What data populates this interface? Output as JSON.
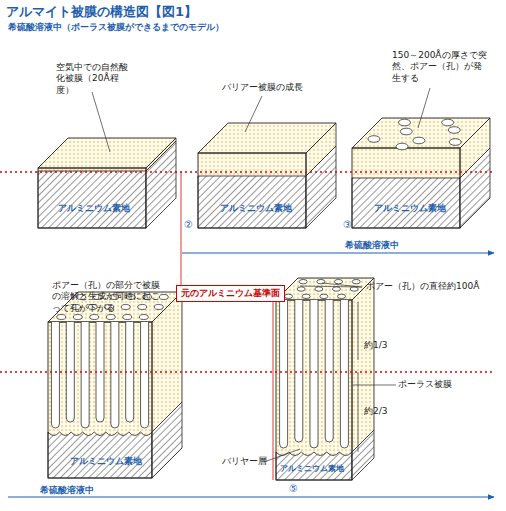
{
  "diagram": {
    "title": "アルマイト被膜の構造図【図1】",
    "nodes": [
      {
        "text": [
          "元のアルミニウム基準面"
        ]
      }
    ],
    "labels": [
      "希硫酸溶液中（ポーラス被膜ができるまでのモデル）",
      "空気中での自然酸化被膜（20Å程度）",
      "バリアー被膜の成長",
      "150～200Åの厚さで突然、ポアー（孔）が発生する",
      "アルミニウム素地",
      "アルミニウム素地",
      "②",
      "アルミニウム素地",
      "③",
      "希硫酸溶液中",
      "ポアー（孔）の部分で被膜の溶解と生成が同時に起こって孔が下がる",
      "ポアー（孔）の直径約100Å",
      "約1/3",
      "ポーラス被膜",
      "約2/3",
      "アルミニウム素地",
      "バリヤー層",
      "アルミニウム素地",
      "⑤",
      "希硫酸溶液中"
    ]
  }
}
